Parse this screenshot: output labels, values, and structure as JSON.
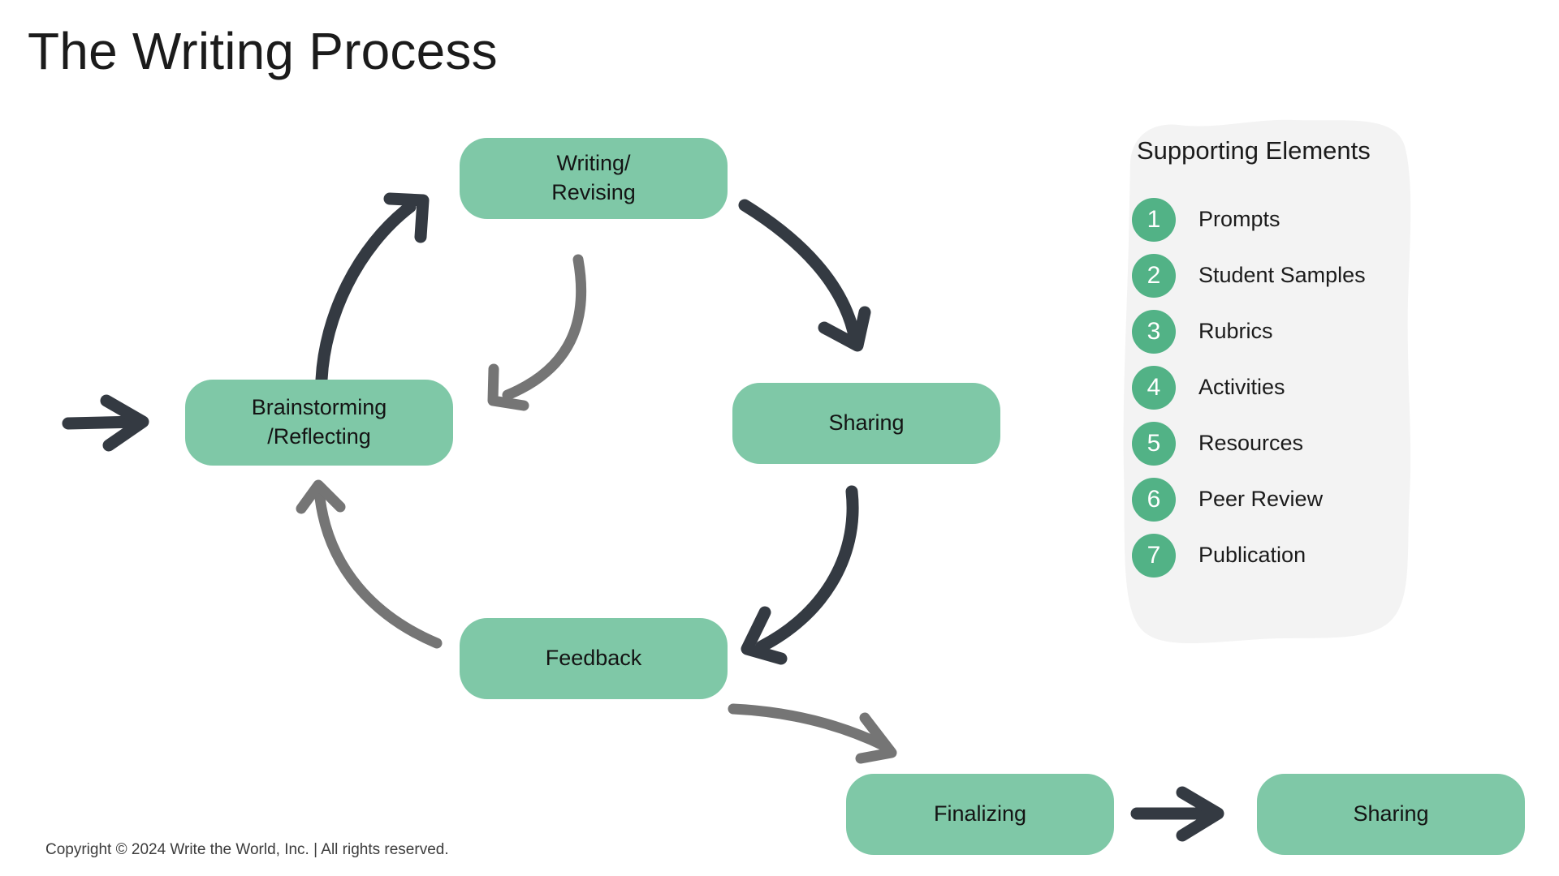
{
  "page": {
    "title": "The Writing Process",
    "background_color": "#ffffff"
  },
  "colors": {
    "box_green": "#7fc8a7",
    "circle_green": "#52b286",
    "arrow_dark": "#343a42",
    "arrow_gray": "#757575",
    "panel_gray": "#f3f3f3",
    "text_dark": "#1b1b1b"
  },
  "cycle": {
    "nodes": [
      {
        "id": "brainstorming",
        "line1": "Brainstorming",
        "line2": "/Reflecting"
      },
      {
        "id": "writing",
        "line1": "Writing/",
        "line2": "Revising"
      },
      {
        "id": "sharing",
        "line1": "Sharing",
        "line2": ""
      },
      {
        "id": "feedback",
        "line1": "Feedback",
        "line2": ""
      }
    ],
    "arrows": [
      {
        "name": "entry-arrow",
        "from": "start",
        "to": "brainstorming",
        "color": "#343a42",
        "style": "straight"
      },
      {
        "name": "brainstorming-to-writing",
        "from": "brainstorming",
        "to": "writing",
        "color": "#343a42",
        "style": "curved"
      },
      {
        "name": "writing-to-brainstorming",
        "from": "writing",
        "to": "brainstorming",
        "color": "#757575",
        "style": "curved-inner"
      },
      {
        "name": "writing-to-sharing",
        "from": "writing",
        "to": "sharing",
        "color": "#343a42",
        "style": "curved"
      },
      {
        "name": "sharing-to-feedback",
        "from": "sharing",
        "to": "feedback",
        "color": "#343a42",
        "style": "curved"
      },
      {
        "name": "feedback-to-brainstorming",
        "from": "feedback",
        "to": "brainstorming",
        "color": "#757575",
        "style": "curved-inner"
      },
      {
        "name": "feedback-to-finalizing",
        "from": "feedback",
        "to": "finalizing",
        "color": "#757575",
        "style": "curved"
      },
      {
        "name": "finalizing-to-sharing",
        "from": "finalizing",
        "to": "sharing-final",
        "color": "#343a42",
        "style": "straight"
      }
    ]
  },
  "final_row": {
    "finalizing": {
      "line1": "Finalizing",
      "line2": ""
    },
    "sharing": {
      "line1": "Sharing",
      "line2": ""
    }
  },
  "supporting": {
    "title": "Supporting Elements",
    "items": [
      {
        "number": "1",
        "label": "Prompts"
      },
      {
        "number": "2",
        "label": "Student Samples"
      },
      {
        "number": "3",
        "label": "Rubrics"
      },
      {
        "number": "4",
        "label": "Activities"
      },
      {
        "number": "5",
        "label": "Resources"
      },
      {
        "number": "6",
        "label": "Peer Review"
      },
      {
        "number": "7",
        "label": "Publication"
      }
    ]
  },
  "footer": {
    "copyright": "Copyright © 2024 Write the World, Inc. | All rights reserved."
  }
}
